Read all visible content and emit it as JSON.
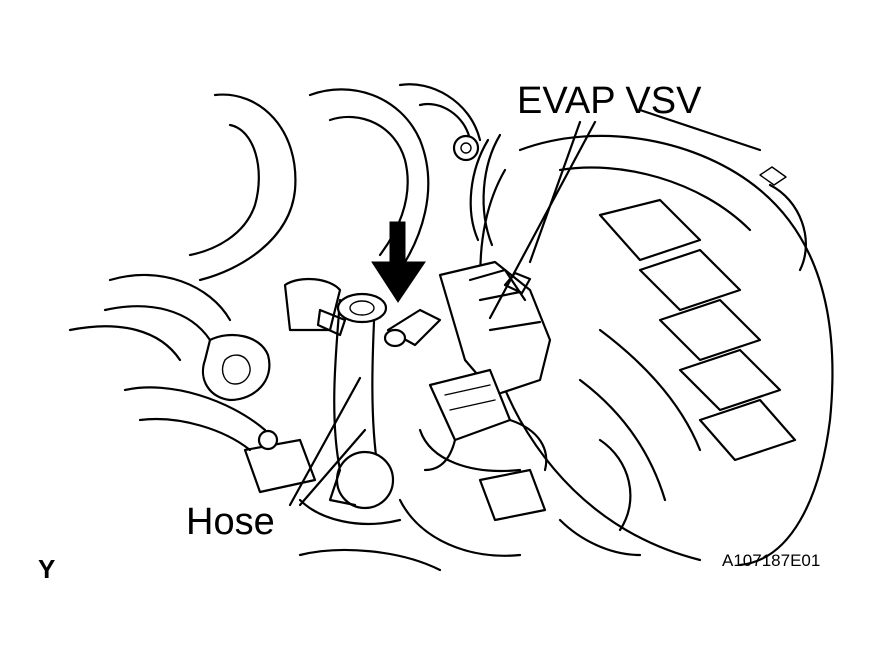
{
  "labels": {
    "evap_vsv": "EVAP VSV",
    "hose": "Hose",
    "view_letter": "Y",
    "figure_code": "A107187E01"
  },
  "colors": {
    "ink": "#000000",
    "background": "#ffffff"
  }
}
